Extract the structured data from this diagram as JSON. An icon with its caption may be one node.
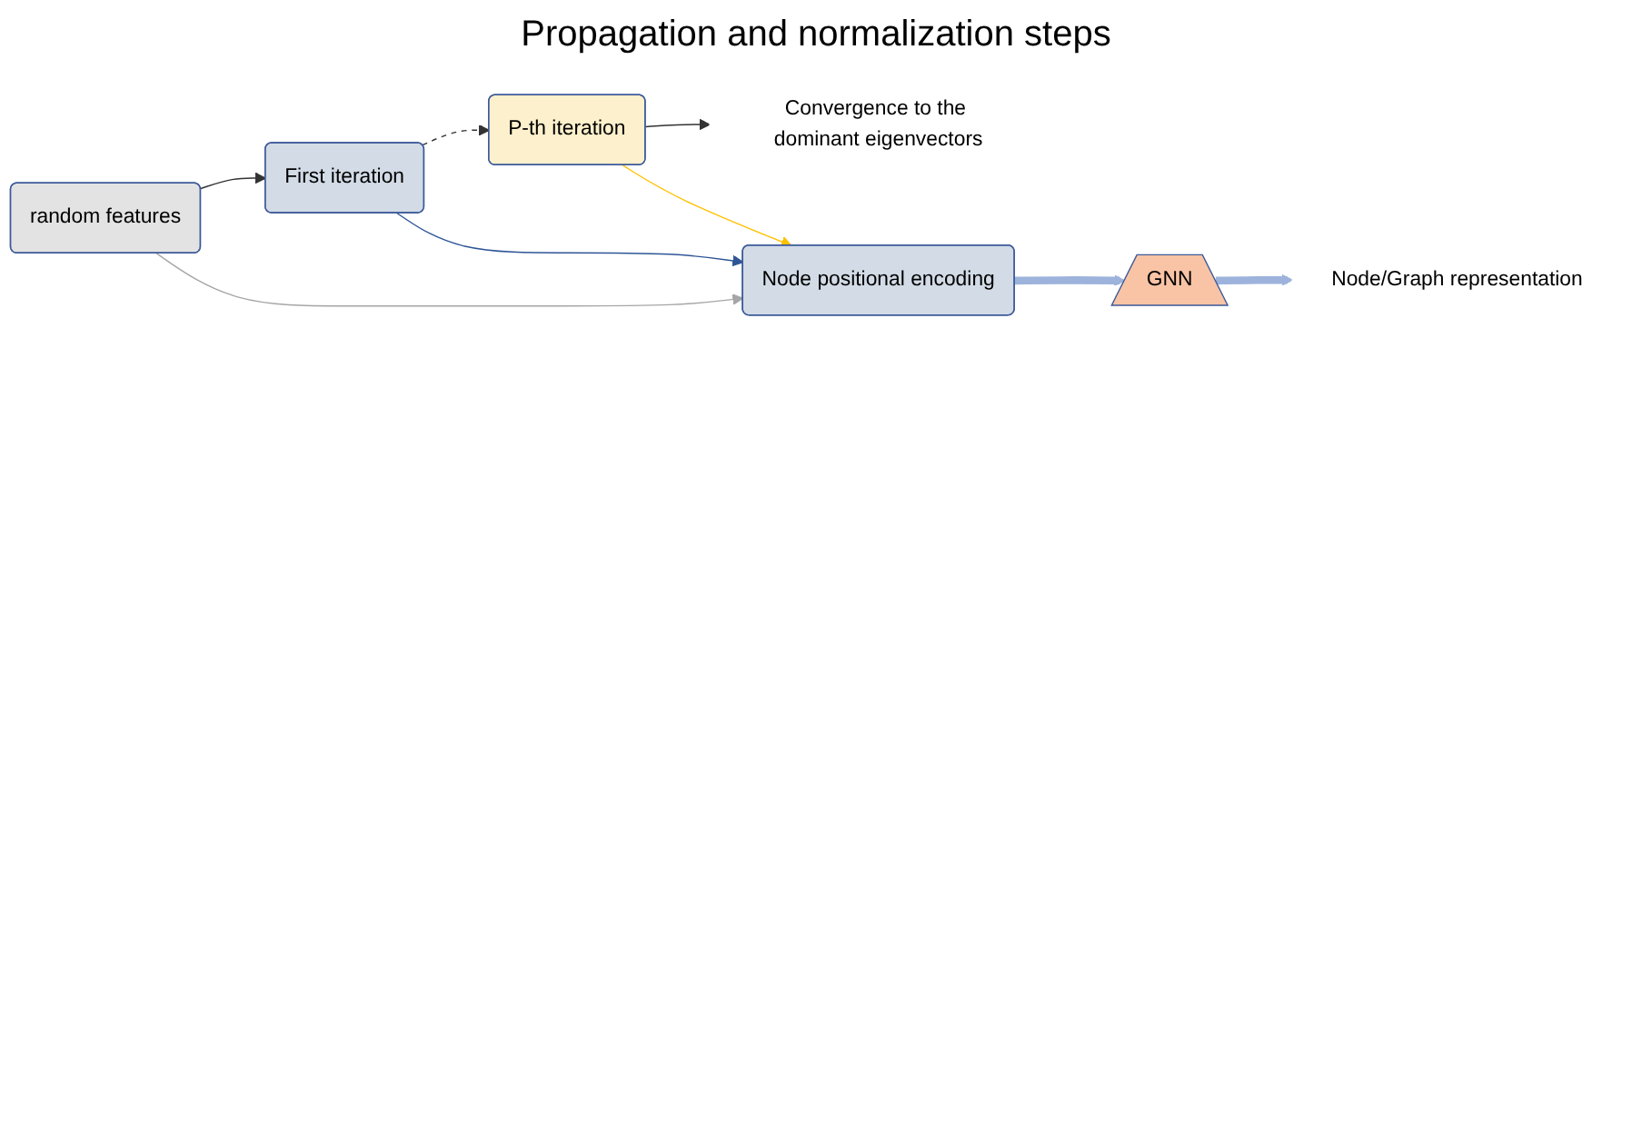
{
  "diagram": {
    "title": "Propagation and normalization steps",
    "nodes": [
      {
        "text": [
          "random features"
        ]
      },
      {
        "text": [
          "First iteration"
        ]
      },
      {
        "text": [
          "P-th iteration"
        ]
      },
      {
        "text": [
          "Convergence to the dominant eigenvectors"
        ]
      },
      {
        "text": [
          "Node positional encoding"
        ]
      },
      {
        "text": [
          "GNN"
        ]
      },
      {
        "text": [
          "Node/Graph representation"
        ]
      }
    ],
    "edges": [
      {
        "from": 0,
        "to": 1,
        "arrow": "to"
      },
      {
        "from": 1,
        "to": 2,
        "arrow": "to",
        "style": "dashed"
      },
      {
        "from": 2,
        "to": 3,
        "arrow": "to"
      },
      {
        "from": 0,
        "to": 4,
        "arrow": "to",
        "color": "#a6a6a6"
      },
      {
        "from": 1,
        "to": 4,
        "arrow": "to",
        "color": "#2f5597"
      },
      {
        "from": 2,
        "to": 4,
        "arrow": "to",
        "color": "#ffc000"
      },
      {
        "from": 4,
        "to": 5,
        "arrow": "to",
        "style": "thick",
        "color": "#9db3dc"
      },
      {
        "from": 5,
        "to": 6,
        "arrow": "to",
        "style": "thick",
        "color": "#9db3dc"
      }
    ]
  }
}
